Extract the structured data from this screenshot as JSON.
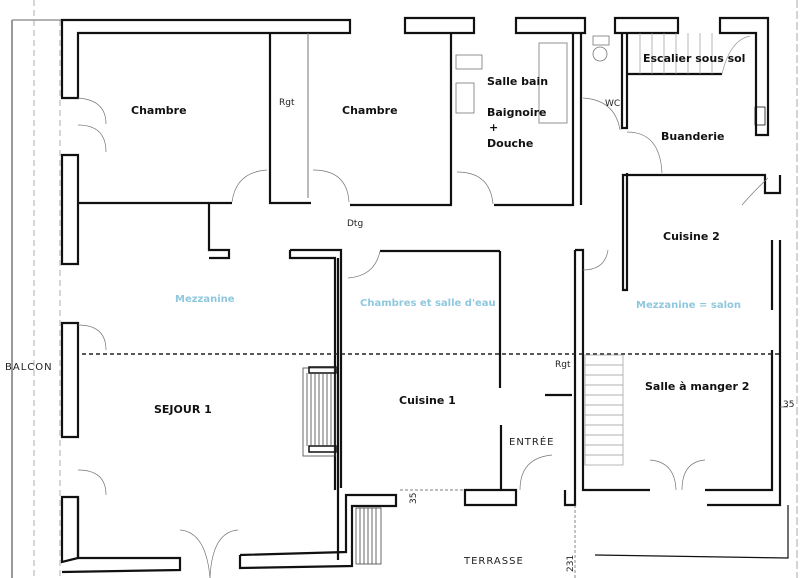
{
  "plan": {
    "type": "floor plan",
    "rooms": [
      {
        "id": "chambre-1",
        "label": "Chambre"
      },
      {
        "id": "rgt-1",
        "label": "Rgt"
      },
      {
        "id": "chambre-2",
        "label": "Chambre"
      },
      {
        "id": "salle-bain",
        "label": "Salle bain"
      },
      {
        "id": "baignoire",
        "label": "Baignoire"
      },
      {
        "id": "plus",
        "label": "+"
      },
      {
        "id": "douche",
        "label": "Douche"
      },
      {
        "id": "escalier",
        "label": "Escalier sous sol"
      },
      {
        "id": "wc",
        "label": "WC"
      },
      {
        "id": "buanderie",
        "label": "Buanderie"
      },
      {
        "id": "dgt",
        "label": "Dtg"
      },
      {
        "id": "cuisine-2",
        "label": "Cuisine 2"
      },
      {
        "id": "sejour-1",
        "label": "SEJOUR 1"
      },
      {
        "id": "cuisine-1",
        "label": "Cuisine 1"
      },
      {
        "id": "rgt-2",
        "label": "Rgt"
      },
      {
        "id": "salle-manger-2",
        "label": "Salle à manger 2"
      },
      {
        "id": "entree",
        "label": "ENTRÉE"
      }
    ],
    "outdoor": {
      "balcon": "BALCON",
      "terrasse": "TERRASSE"
    },
    "annotations": {
      "mezzanine": "Mezzanine",
      "chambres_salle_eau": "Chambres    et   salle d'eau",
      "mezzanine_salon": "Mezzanine = salon"
    },
    "dimensions": {
      "d35_right": "35",
      "d35_bottom": "35",
      "d231": "231"
    },
    "colors": {
      "wall": "#111111",
      "annotation_blue": "#8fc8de",
      "thin_line": "#888888"
    }
  }
}
